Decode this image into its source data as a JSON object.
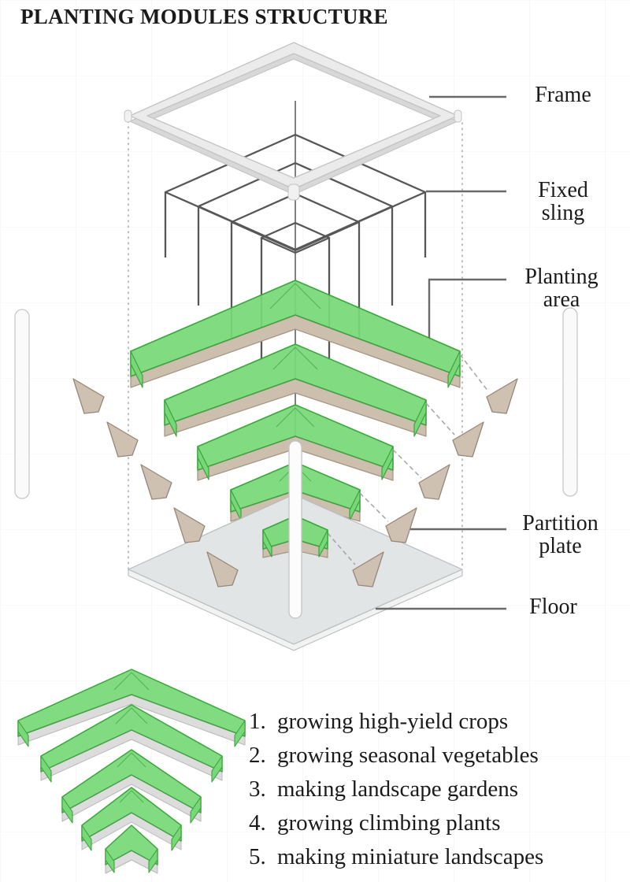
{
  "title": "PLANTING MODULES STRUCTURE",
  "callouts": {
    "frame": {
      "label": "Frame"
    },
    "fixed_sling": {
      "line1": "Fixed",
      "line2": "sling"
    },
    "planting_area": {
      "line1": "Planting",
      "line2": "area"
    },
    "partition_plate": {
      "line1": "Partition",
      "line2": "plate"
    },
    "floor": {
      "label": "Floor"
    }
  },
  "legend": {
    "items": [
      {
        "number": "1.",
        "text": "growing high-yield crops"
      },
      {
        "number": "2.",
        "text": "growing seasonal vegetables"
      },
      {
        "number": "3.",
        "text": "making landscape gardens"
      },
      {
        "number": "4.",
        "text": "growing climbing plants"
      },
      {
        "number": "5.",
        "text": "making miniature landscapes"
      }
    ]
  },
  "colors": {
    "planting_green": "#77d877",
    "green_edge": "#3ea23e",
    "partition_tan": "#cfc1b1",
    "tan_edge": "#97887a",
    "frame_gray": "#ebebeb",
    "floor_gray": "#e2e5e5",
    "sling_dark": "#575757",
    "text": "#1b1b1b"
  }
}
